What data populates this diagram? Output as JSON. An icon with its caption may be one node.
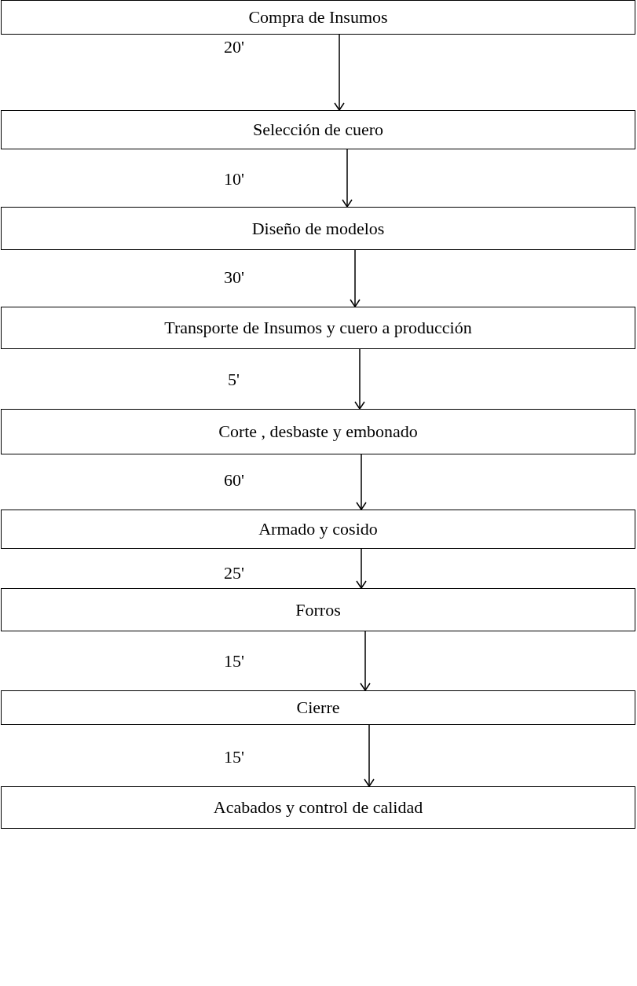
{
  "diagram": {
    "nodes": [
      {
        "text": [
          "Compra de Insumos"
        ]
      },
      {
        "text": [
          "Selección de cuero"
        ]
      },
      {
        "text": [
          "Diseño de modelos"
        ]
      },
      {
        "text": [
          "Transporte de Insumos y cuero a producción"
        ]
      },
      {
        "text": [
          "Corte , desbaste y embonado"
        ]
      },
      {
        "text": [
          "Armado y cosido"
        ]
      },
      {
        "text": [
          "Forros"
        ]
      },
      {
        "text": [
          "Cierre"
        ]
      },
      {
        "text": [
          "Acabados y control de calidad"
        ]
      }
    ],
    "edges": [
      {
        "from": 0,
        "to": 1,
        "arrow": "to"
      },
      {
        "from": 1,
        "to": 2,
        "arrow": "to"
      },
      {
        "from": 2,
        "to": 3,
        "arrow": "to"
      },
      {
        "from": 3,
        "to": 4,
        "arrow": "to"
      },
      {
        "from": 4,
        "to": 5,
        "arrow": "to"
      },
      {
        "from": 5,
        "to": 6,
        "arrow": "to"
      },
      {
        "from": 6,
        "to": 7,
        "arrow": "to"
      },
      {
        "from": 7,
        "to": 8,
        "arrow": "to"
      }
    ],
    "labels": [
      "20'",
      "10'",
      "30'",
      "5'",
      "60'",
      "25'",
      "15'",
      "15'"
    ]
  }
}
